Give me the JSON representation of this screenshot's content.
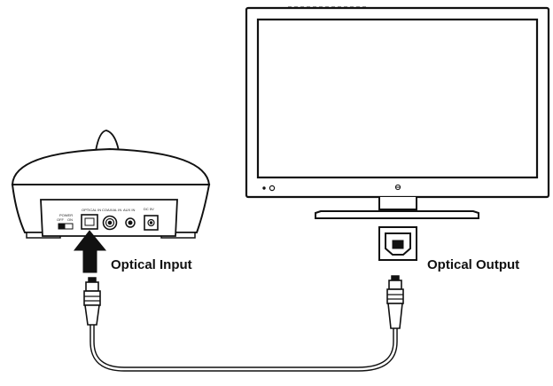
{
  "labels": {
    "optical_input": "Optical Input",
    "optical_output": "Optical Output"
  },
  "base_panel": {
    "power_label": "POWER",
    "power_off": "OFF",
    "power_on": "ON",
    "port_optical_in": "OPTICAL IN",
    "port_coaxial_in": "COAXIAL IN",
    "port_aux": "AUX IN",
    "port_dc": "DC 5V"
  },
  "tv": {
    "brand_logo": "logo"
  },
  "colors": {
    "line": "#111111",
    "fill": "#ffffff",
    "arrow": "#111111"
  }
}
